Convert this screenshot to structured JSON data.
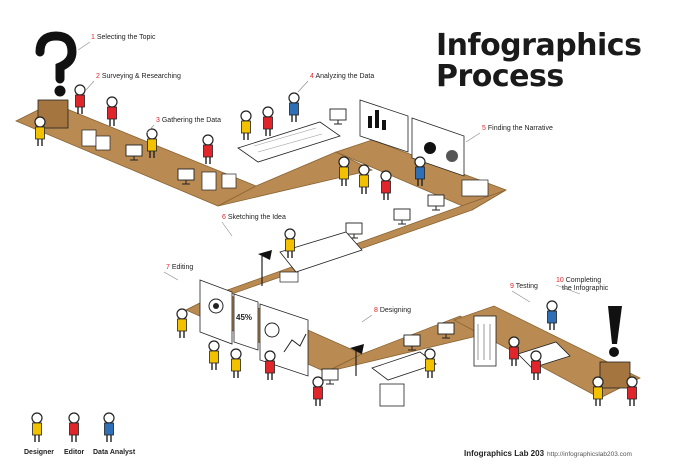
{
  "title": {
    "line1": "Infographics",
    "line2": "Process"
  },
  "steps": [
    {
      "num": "1",
      "label": "Selecting the Topic"
    },
    {
      "num": "2",
      "label": "Surveying & Researching"
    },
    {
      "num": "3",
      "label": "Gathering the Data"
    },
    {
      "num": "4",
      "label": "Analyzing the Data"
    },
    {
      "num": "5",
      "label": "Finding the Narrative"
    },
    {
      "num": "6",
      "label": "Sketching the Idea"
    },
    {
      "num": "7",
      "label": "Editing"
    },
    {
      "num": "8",
      "label": "Designing"
    },
    {
      "num": "9",
      "label": "Testing"
    },
    {
      "num": "10",
      "label": "Completing",
      "label2": "the Infographic"
    }
  ],
  "legend": [
    {
      "label": "Designer",
      "color": "#f2c200"
    },
    {
      "label": "Editor",
      "color": "#e0262b"
    },
    {
      "label": "Data Analyst",
      "color": "#2f6fb5"
    }
  ],
  "board_text": "45%",
  "footer": {
    "brand": "Infographics Lab 203",
    "url": "http://infographicslab203.com"
  },
  "colors": {
    "floor": "#b98a52",
    "floor_dark": "#8a6535",
    "designer": "#f2c200",
    "editor": "#e0262b",
    "analyst": "#2f6fb5",
    "red_number": "#e0262b"
  }
}
